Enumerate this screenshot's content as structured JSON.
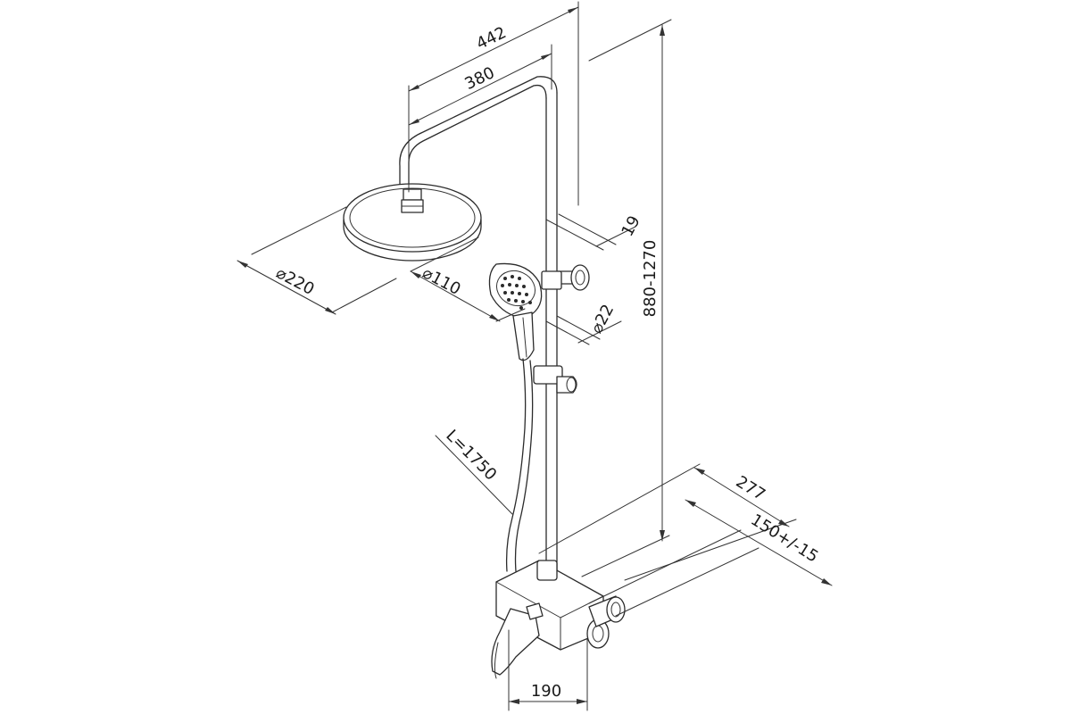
{
  "dimensions": {
    "d442": "442",
    "d380": "380",
    "d19": "19",
    "d880_1270": "880-1270",
    "d220": "⌀220",
    "d110": "⌀110",
    "d22": "⌀22",
    "hose": "L=1750",
    "d277": "277",
    "d150": "150+/-15",
    "d190": "190"
  }
}
